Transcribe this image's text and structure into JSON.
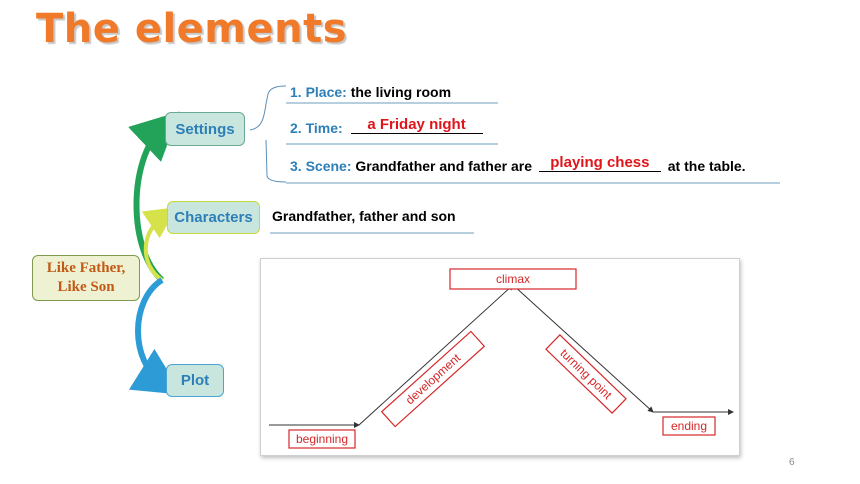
{
  "title": "The elements",
  "root": {
    "line1": "Like Father,",
    "line2": "Like Son"
  },
  "branches": {
    "settings": "Settings",
    "characters": "Characters",
    "plot": "Plot"
  },
  "settings": {
    "place_label": "1. Place:",
    "place_value": "the living room",
    "time_label": "2. Time:",
    "time_value": "a Friday night",
    "scene_label": "3. Scene:",
    "scene_pre": "Grandfather and father are",
    "scene_blank": "playing chess",
    "scene_post": "at the table."
  },
  "characters": {
    "value": "Grandfather, father and son"
  },
  "plot_stages": [
    "beginning",
    "development",
    "climax",
    "turning point",
    "ending"
  ],
  "page_number": "6",
  "colors": {
    "title": "#f07a2a",
    "label": "#2c7fb8",
    "answer": "#e0151b",
    "stage": "#d62728",
    "box_fill": "#c9e6de"
  }
}
